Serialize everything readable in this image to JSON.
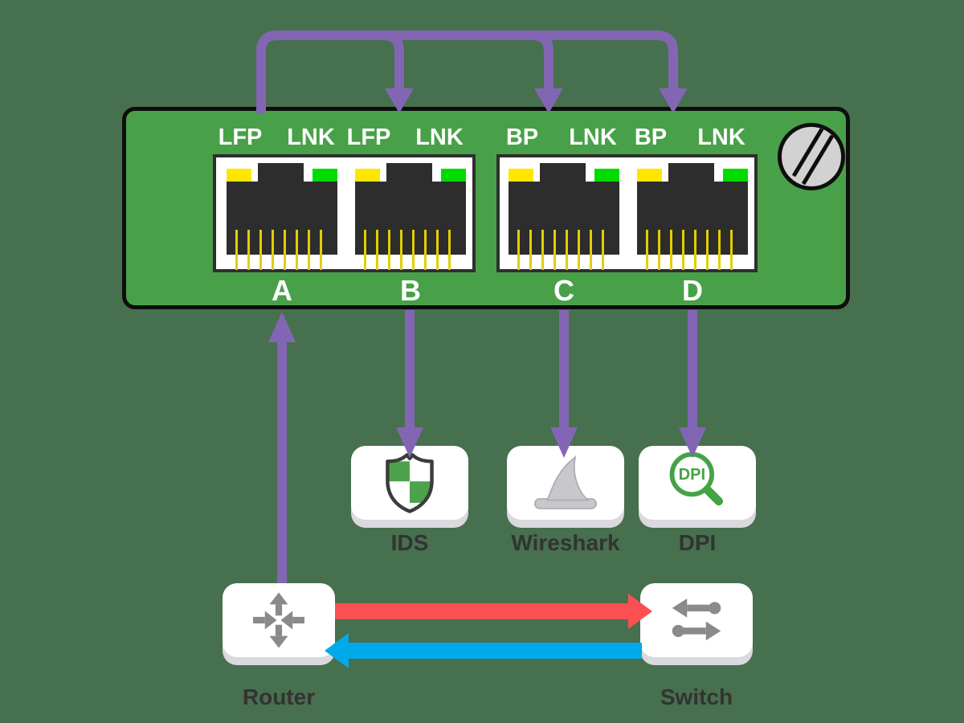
{
  "colors": {
    "bg": "#47704E",
    "device-green": "#48A148",
    "line-black": "#0E0E0E",
    "purple": "#8266B4",
    "red": "#FB5053",
    "blue": "#00A9E9",
    "led-yellow": "#FFE600",
    "led-green": "#00DC00",
    "pin-yellow": "#E2CF00",
    "screw-gray": "#D2D2D2",
    "card-lip": "#D9D9DE",
    "label-dark": "#333333",
    "icon-gray": "#8A8A8A",
    "shield-green": "#4BA34B",
    "shield-dark": "#3C3C3C",
    "fin-gray": "#C7C7CC",
    "dpi-green": "#44A344"
  },
  "tap_device": {
    "ports": [
      {
        "letter": "A",
        "led_left_label": "LFP",
        "led_right_label": "LNK"
      },
      {
        "letter": "B",
        "led_left_label": "LFP",
        "led_right_label": "LNK"
      },
      {
        "letter": "C",
        "led_left_label": "BP",
        "led_right_label": "LNK"
      },
      {
        "letter": "D",
        "led_left_label": "BP",
        "led_right_label": "LNK"
      }
    ]
  },
  "monitor_nodes": [
    {
      "label": "IDS",
      "icon": "shield-checker-icon"
    },
    {
      "label": "Wireshark",
      "icon": "shark-fin-icon"
    },
    {
      "label": "DPI",
      "icon": "magnifier-dpi-icon",
      "magnifier_text": "DPI"
    }
  ],
  "network_nodes": [
    {
      "label": "Router",
      "icon": "router-arrows-icon"
    },
    {
      "label": "Switch",
      "icon": "switch-arrows-icon"
    }
  ],
  "connections": [
    {
      "from": "Port A",
      "to": "Port B",
      "style": "purple"
    },
    {
      "from": "Port A",
      "to": "Port C",
      "style": "purple"
    },
    {
      "from": "Port A",
      "to": "Port D",
      "style": "purple"
    },
    {
      "from": "Port B",
      "to": "IDS",
      "style": "purple"
    },
    {
      "from": "Port C",
      "to": "Wireshark",
      "style": "purple"
    },
    {
      "from": "Port D",
      "to": "DPI",
      "style": "purple"
    },
    {
      "from": "Router",
      "to": "Port A",
      "style": "purple"
    },
    {
      "from": "Router",
      "to": "Switch",
      "style": "red"
    },
    {
      "from": "Switch",
      "to": "Router",
      "style": "blue"
    }
  ]
}
